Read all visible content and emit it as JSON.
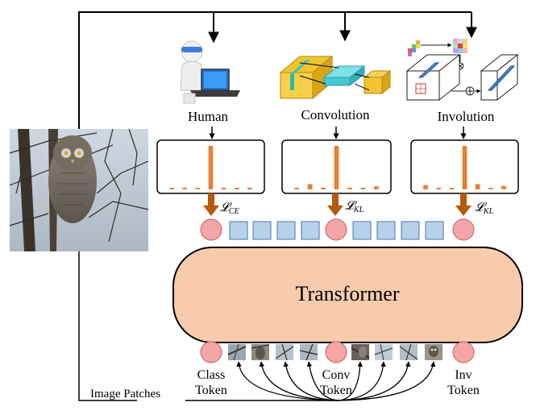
{
  "teachers": [
    {
      "label": "Human",
      "loss_symbol": "𝓛",
      "loss_subscript": "CE",
      "icon": "person-with-laptop-icon"
    },
    {
      "label": "Convolution",
      "loss_symbol": "𝓛",
      "loss_subscript": "KL",
      "icon": "convolution-blocks-icon"
    },
    {
      "label": "Involution",
      "loss_symbol": "𝓛",
      "loss_subscript": "KL",
      "icon": "involution-kernel-icon"
    }
  ],
  "transformer_label": "Transformer",
  "tokens": {
    "class": [
      "Class",
      "Token"
    ],
    "conv": [
      "Conv",
      "Token"
    ],
    "inv": [
      "Inv",
      "Token"
    ]
  },
  "image_patches_label": "Image Patches",
  "distribution_levels": [
    [
      0.02,
      0.02,
      0.02,
      1.0,
      0.02,
      0.02,
      0.02
    ],
    [
      0.02,
      0.12,
      0.03,
      1.0,
      0.03,
      0.03,
      0.07
    ],
    [
      0.1,
      0.02,
      0.02,
      1.0,
      0.12,
      0.03,
      0.08
    ]
  ],
  "colors": {
    "token_circle": "#f4a5a8",
    "patch_square": "#b8d1ea",
    "transformer_fill": "#f8cbad",
    "arrow_brown": "#b45a0a",
    "bar_orange": "#ee7d31"
  }
}
